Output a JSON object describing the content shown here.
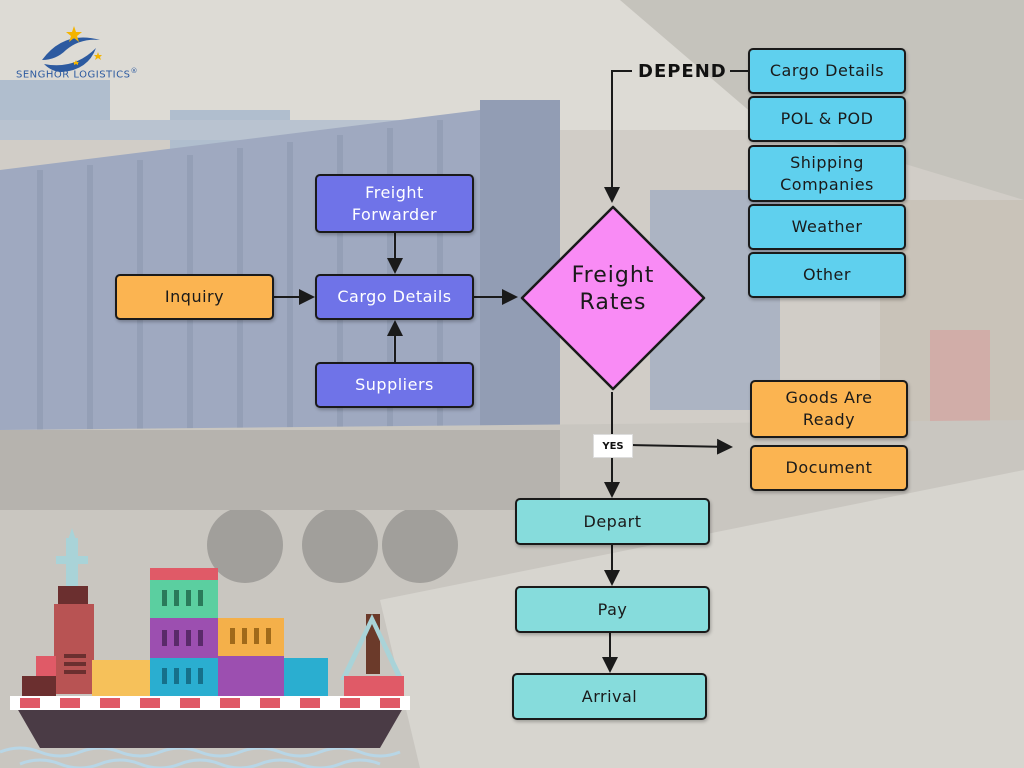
{
  "brand": {
    "name": "SENGHOR LOGISTICS",
    "mark": "®"
  },
  "flow": {
    "freight_forwarder": "Freight\nForwarder",
    "inquiry": "Inquiry",
    "cargo_details": "Cargo Details",
    "suppliers": "Suppliers",
    "freight_rates": "Freight\nRates",
    "depend": "DEPEND",
    "yes": "YES",
    "depart": "Depart",
    "pay": "Pay",
    "arrival": "Arrival"
  },
  "depends_on": {
    "cargo_details": "Cargo Details",
    "pol_pod": "POL & POD",
    "shipping_companies": "Shipping\nCompanies",
    "weather": "Weather",
    "other": "Other"
  },
  "requirements": {
    "goods_ready": "Goods Are\nReady",
    "document": "Document"
  },
  "colors": {
    "blue_box": "#6f73e8",
    "orange_box": "#fbb451",
    "sky_box": "#5fd0ee",
    "teal_box": "#86dcdc",
    "diamond": "#f98bf5"
  }
}
